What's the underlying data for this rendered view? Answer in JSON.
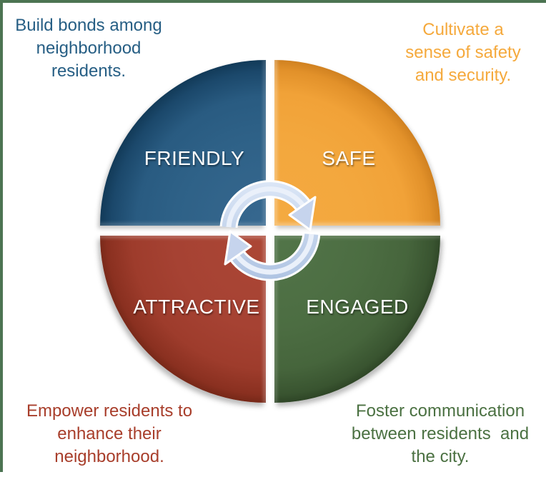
{
  "diagram": {
    "type": "quadrant-cycle",
    "frame_color": "#4c7452",
    "background_color": "#ffffff",
    "center_icon": "cycle-arrows",
    "quadrants": {
      "friendly": {
        "label": "FRIENDLY",
        "color": "#2e6187",
        "label_color": "#ffffff"
      },
      "safe": {
        "label": "SAFE",
        "color": "#f3a73d",
        "label_color": "#ffffff"
      },
      "attractive": {
        "label": "ATTRACTIVE",
        "color": "#a64233",
        "label_color": "#ffffff"
      },
      "engaged": {
        "label": "ENGAGED",
        "color": "#4c6d42",
        "label_color": "#ffffff"
      }
    },
    "annotations": {
      "friendly": {
        "color": "#265e84",
        "lines": [
          "Build bonds among",
          "neighborhood",
          "residents."
        ]
      },
      "safe": {
        "color": "#f5a93c",
        "lines": [
          "Cultivate a",
          "sense of safety",
          "and security."
        ]
      },
      "attractive": {
        "color": "#a83e2b",
        "lines": [
          "Empower residents to",
          "enhance their",
          "neighborhood."
        ]
      },
      "engaged": {
        "color": "#4b7142",
        "lines": [
          "Foster communication",
          "between residents  and",
          "the city."
        ]
      }
    }
  }
}
